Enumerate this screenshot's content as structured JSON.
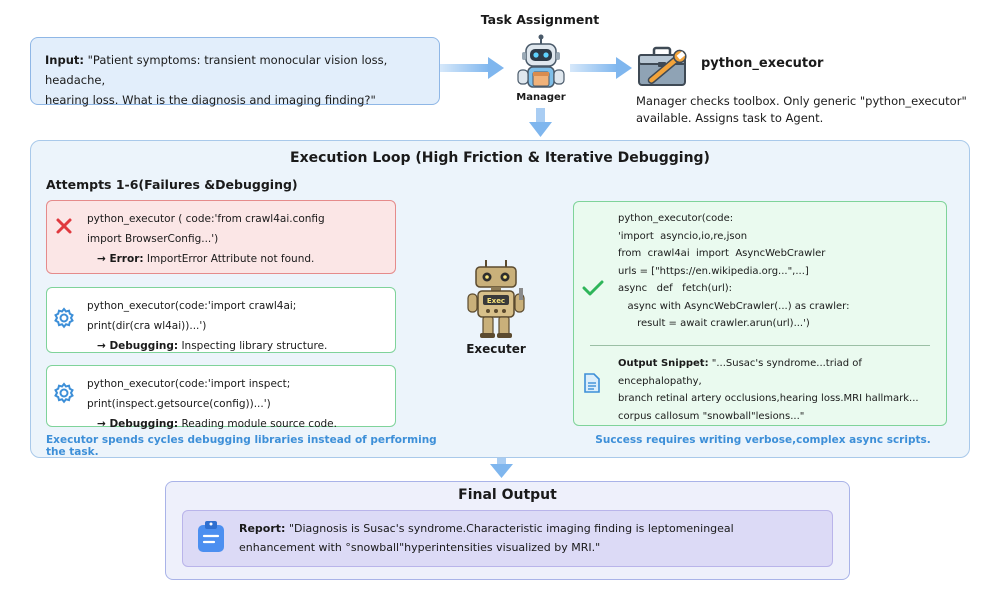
{
  "header": {
    "task_assignment_title": "Task Assignment",
    "manager_label": "Manager",
    "tool_name": "python_executor",
    "manager_desc_line1": "Manager checks toolbox. Only generic \"python_executor\"",
    "manager_desc_line2": "available. Assigns task to Agent."
  },
  "input": {
    "label": "Input:",
    "line1": " \"Patient symptoms: transient monocular vision loss, headache,",
    "line2": "hearing loss. What is the diagnosis and imaging finding?\""
  },
  "loop": {
    "title": "Execution Loop (High Friction & Iterative Debugging)",
    "attempts_title": "Attempts 1-6(Failures &Debugging)",
    "executer_label": "Executer",
    "robot_tag": "Exec",
    "cards": [
      {
        "line1": "python_executor ( code:'from  crawl4ai.config",
        "line2": "import BrowserConfig...')",
        "result_label": "→ Error:",
        "result_text": " ImportError Attribute not found."
      },
      {
        "line1": "python_executor(code:'import   crawl4ai;",
        "line2": "print(dir(cra wl4ai))...')",
        "result_label": "→ Debugging:",
        "result_text": " Inspecting library structure."
      },
      {
        "line1": "python_executor(code:'import inspect;",
        "line2": "print(inspect.getsource(config))...')",
        "result_label": "→ Debugging:",
        "result_text": " Reading module source code."
      }
    ],
    "code_lines": [
      "python_executor(code:",
      "'import  asyncio,io,re,json",
      "from  crawl4ai  import  AsyncWebCrawler",
      "urls = [\"https://en.wikipedia.org...\",...]",
      "async   def   fetch(url):",
      "   async with AsyncWebCrawler(...) as crawler:",
      "      result = await crawler.arun(url)...')"
    ],
    "snippet_label": "Output  Snippet:",
    "snippet_line1": " \"...Susac's syndrome...triad of encephalopathy,",
    "snippet_line2": "branch retinal artery occlusions,hearing loss.MRI hallmark...",
    "snippet_line3": "corpus  callosum  \"snowball\"lesions...\"",
    "caption_left": "Executor spends cycles debugging libraries instead of performing the task.",
    "caption_right": "Success requires writing verbose,complex async scripts."
  },
  "final": {
    "title": "Final Output",
    "report_label": "Report:",
    "report_line1": " \"Diagnosis is Susac's syndrome.Characteristic imaging finding is leptomeningeal",
    "report_line2": "enhancement with °snowball\"hyperintensities visualized by MRI.\""
  },
  "colors": {
    "input_fill": "#e2eefb",
    "loop_fill": "#ecf4fb",
    "error_fill": "#fbe6e6",
    "error_border": "#e58b8b",
    "success_border": "#7fd39a",
    "caption_blue": "#3d8fd8",
    "final_fill": "#eef0fb",
    "report_fill": "#dcdaf6",
    "arrow_blue": "#9cc7f2"
  },
  "icons": [
    "robot-manager-icon",
    "toolbox-icon",
    "error-x-icon",
    "gear-icon",
    "robot-executer-icon",
    "checkmark-icon",
    "document-icon",
    "clipboard-icon"
  ]
}
